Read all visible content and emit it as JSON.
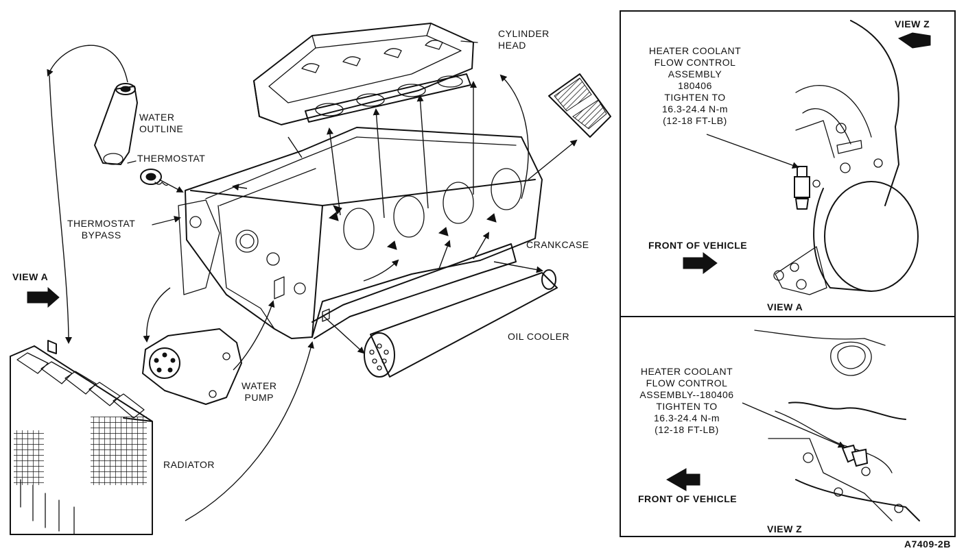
{
  "labels": {
    "cylinder_head": [
      "CYLINDER",
      "HEAD"
    ],
    "water_outline": [
      "WATER",
      "OUTLINE"
    ],
    "thermostat": "THERMOSTAT",
    "thermostat_bypass": [
      "THERMOSTAT",
      "BYPASS"
    ],
    "view_a_left": "VIEW A",
    "crankcase": "CRANKCASE",
    "oil_cooler": "OIL COOLER",
    "water_pump": [
      "WATER",
      "PUMP"
    ],
    "radiator": "RADIATOR"
  },
  "panel_a": {
    "view_z": "VIEW Z",
    "callout": [
      "HEATER COOLANT",
      "FLOW CONTROL",
      "ASSEMBLY",
      "180406",
      "TIGHTEN TO",
      "16.3-24.4 N-m",
      "(12-18 FT-LB)"
    ],
    "front_of_vehicle": "FRONT OF VEHICLE",
    "caption": "VIEW A"
  },
  "panel_z": {
    "callout": [
      "HEATER COOLANT",
      "FLOW CONTROL",
      "ASSEMBLY--180406",
      "TIGHTEN TO",
      "16.3-24.4 N-m",
      "(12-18 FT-LB)"
    ],
    "front_of_vehicle": "FRONT OF VEHICLE",
    "caption": "VIEW Z"
  },
  "figure_id": "A7409-2B"
}
